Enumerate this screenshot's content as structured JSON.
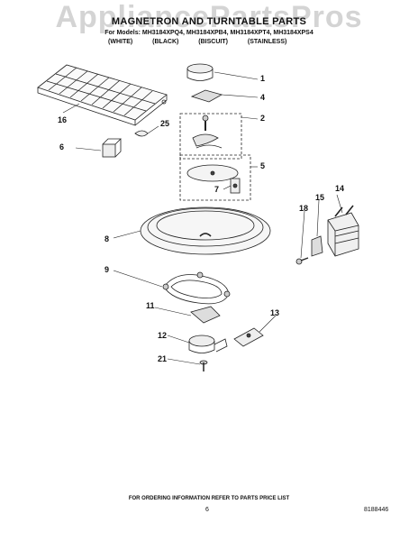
{
  "watermark": "AppliancePartsPros",
  "title": "MAGNETRON AND TURNTABLE PARTS",
  "models_line": "For Models: MH3184XPQ4, MH3184XPB4, MH3184XPT4, MH3184XPS4",
  "colors": [
    "(WHITE)",
    "(BLACK)",
    "(BISCUIT)",
    "(STAINLESS)"
  ],
  "callouts": {
    "c1": "1",
    "c2": "2",
    "c4": "4",
    "c5": "5",
    "c6": "6",
    "c7": "7",
    "c8": "8",
    "c9": "9",
    "c11": "11",
    "c12": "12",
    "c13": "13",
    "c14": "14",
    "c15": "15",
    "c16": "16",
    "c18": "18",
    "c21": "21",
    "c25": "25"
  },
  "footer": "FOR ORDERING INFORMATION REFER TO PARTS PRICE LIST",
  "page_number": "6",
  "doc_number": "8188446"
}
